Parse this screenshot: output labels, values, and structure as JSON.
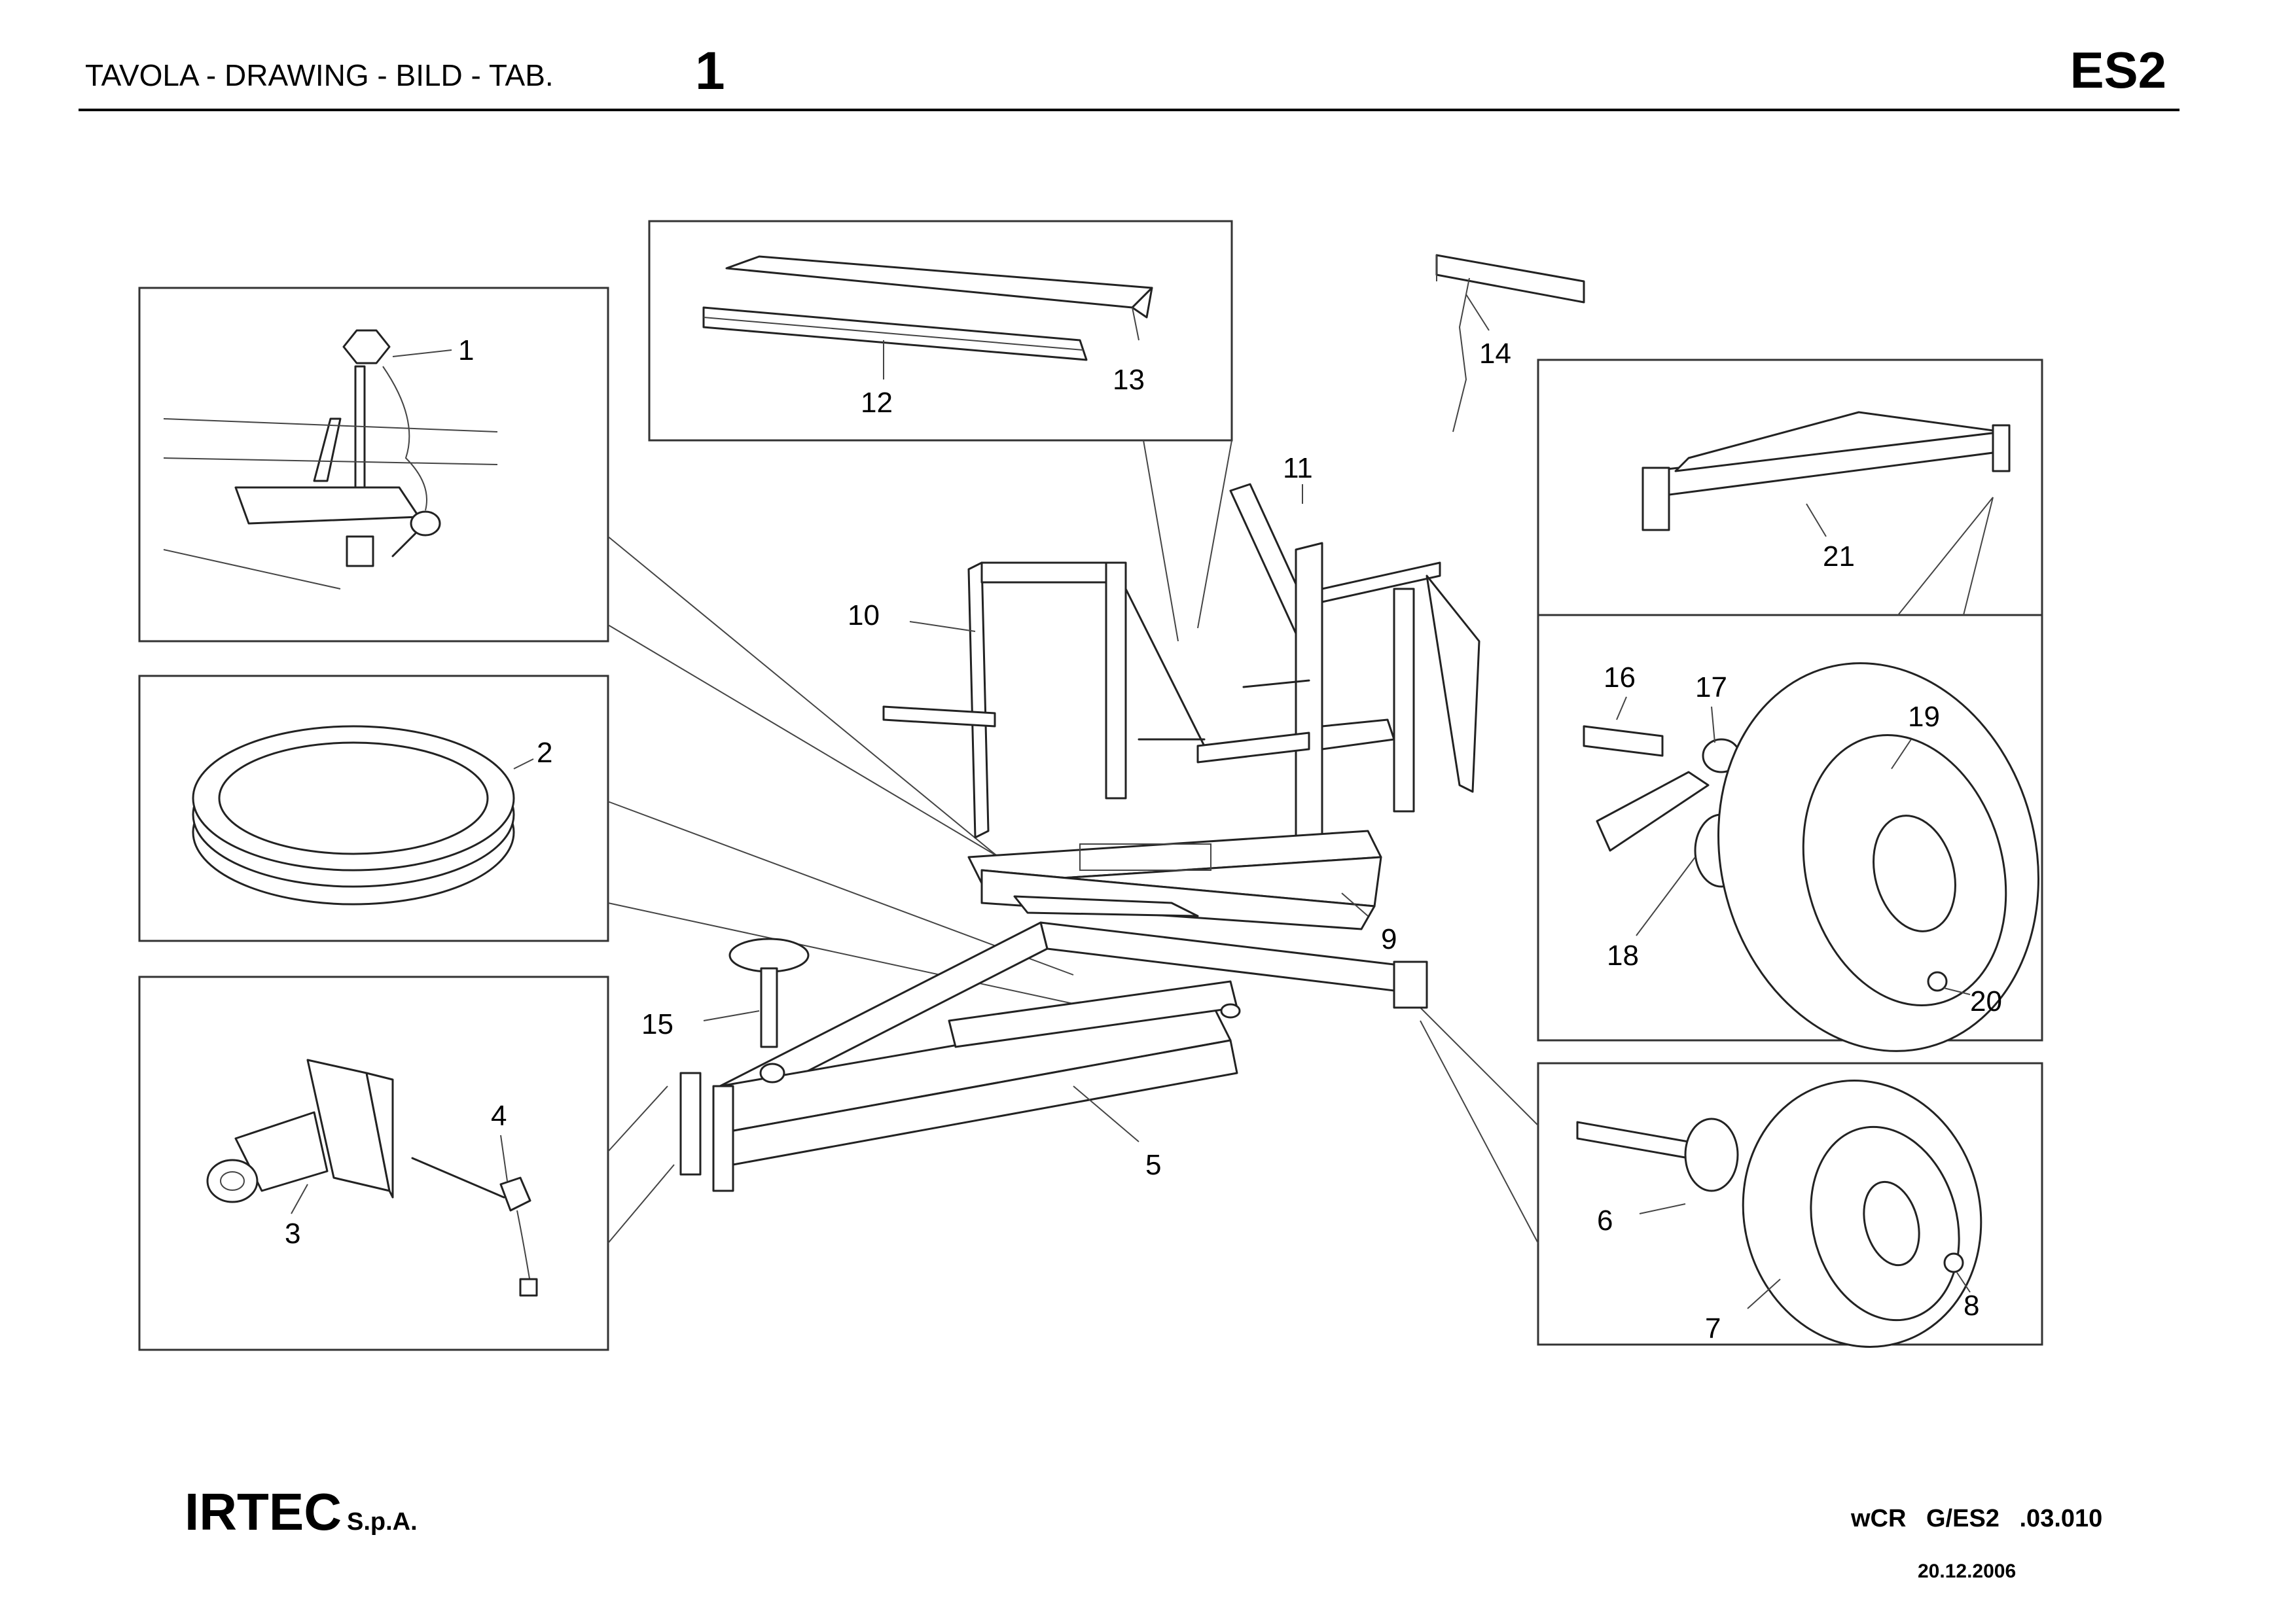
{
  "header": {
    "label": "TAVOLA - DRAWING - BILD - TAB.",
    "table_number": "1",
    "code": "ES2"
  },
  "callouts": [
    "1",
    "2",
    "3",
    "4",
    "5",
    "6",
    "7",
    "8",
    "9",
    "10",
    "11",
    "12",
    "13",
    "14",
    "15",
    "16",
    "17",
    "18",
    "19",
    "20",
    "21"
  ],
  "footer": {
    "company": "IRTEC",
    "company_suffix": "S.p.A.",
    "doc_code": "wCR G/ES2 .03.010",
    "date": "20.12.2006"
  }
}
